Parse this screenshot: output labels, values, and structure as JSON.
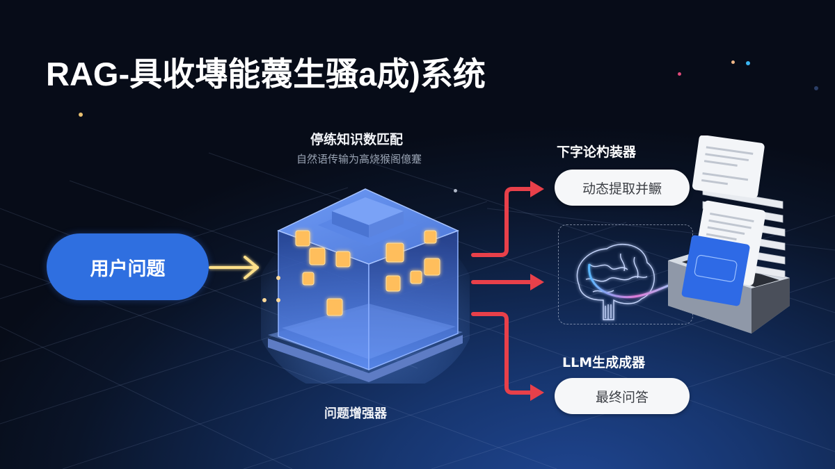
{
  "title": "RAG-具收塼能薎生骚a成)系统",
  "input": {
    "label": "用户问题",
    "color": "#2f6fe0"
  },
  "knowledge_base": {
    "title": "停练知识数匹配",
    "subtitle": "自然语传输为高烧猴阁億蹇",
    "bottom_label": "问题增强器"
  },
  "outputs": [
    {
      "label": "下字论杓装器",
      "pill": "动态提取并鳜"
    },
    {
      "label": "LLM生成成器",
      "pill": "最终问答"
    }
  ],
  "icons": {
    "input_arrow": "glowing-arrow-right",
    "knowledge_cube": "glass-cube-with-glowing-blocks",
    "branch_arrows": "red-branch-arrows",
    "brain": "neural-brain-outline",
    "documents": "document-stack-tray"
  },
  "colors": {
    "background_dark": "#070c18",
    "background_blue": "#1f4590",
    "accent_blue": "#2f6fe0",
    "arrow_yellow": "#ffd96a",
    "arrow_red": "#e8404a",
    "pill_white": "#f6f7f9",
    "cube_blue": "#4c7ee6",
    "block_orange": "#ffb347"
  }
}
